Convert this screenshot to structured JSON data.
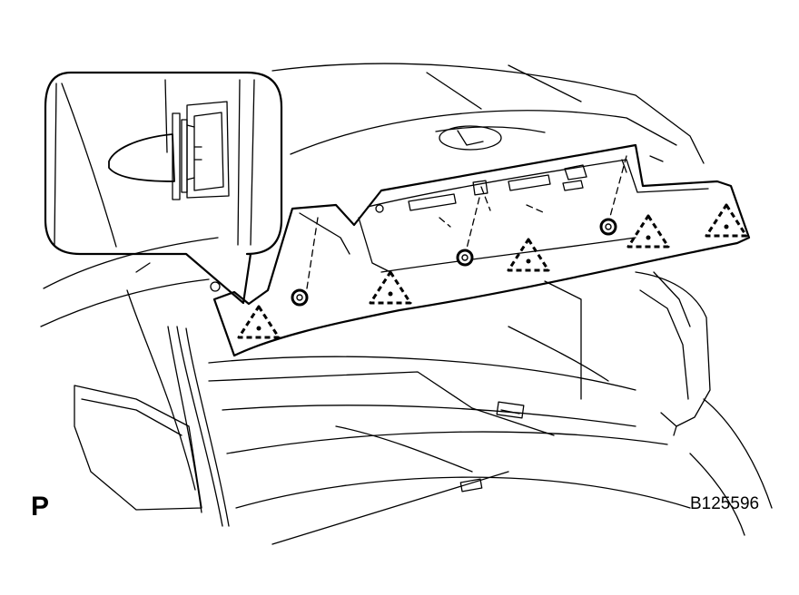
{
  "figure": {
    "view_letter": "P",
    "figure_id": "B125596"
  },
  "colors": {
    "line": "#000000",
    "background": "#ffffff"
  },
  "callout_counts": {
    "clip_triangles": 5,
    "screw_nuts": 3
  }
}
